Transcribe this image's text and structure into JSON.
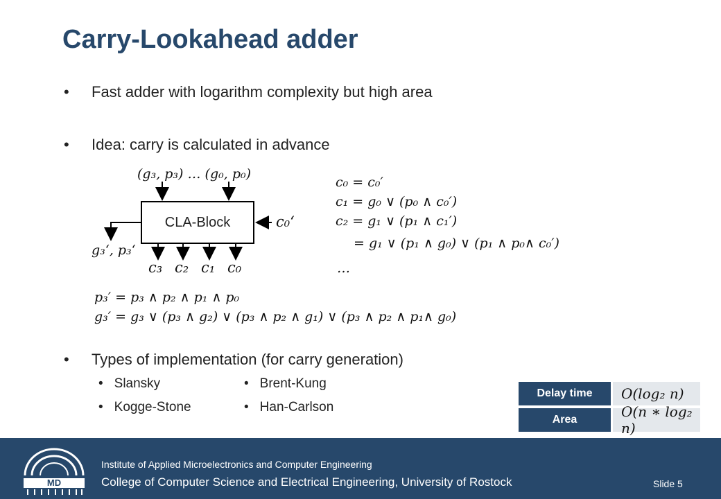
{
  "title": "Carry-Lookahead adder",
  "bullets": [
    "Fast adder with logarithm complexity but high area",
    "Idea: carry is calculated in advance",
    "Types of implementation (for carry generation)"
  ],
  "bullet_char": "•",
  "implementations": {
    "left": [
      "Slansky",
      "Kogge-Stone"
    ],
    "right": [
      "Brent-Kung",
      "Han-Carlson"
    ]
  },
  "diagram": {
    "block_label": "CLA-Block",
    "inputs_top_left": "(g",
    "inputs_top": "(g₃, p₃)  …  (g₀, p₀)",
    "input_right": "c₀‘",
    "output_left": "g₃‘, p₃‘",
    "outputs_bottom": [
      "c₃",
      "c₂",
      "c₁",
      "c₀"
    ]
  },
  "carry_equations": [
    "c₀ = c₀′",
    "c₁ = g₀ ∨ (p₀ ∧ c₀′)",
    "c₂ = g₁ ∨ (p₁ ∧ c₁′)",
    "= g₁ ∨ (p₁ ∧ g₀) ∨ (p₁ ∧ p₀∧ c₀′)",
    "…"
  ],
  "group_equations": [
    "p₃′ = p₃ ∧ p₂ ∧ p₁ ∧ p₀",
    "g₃′ = g₃ ∨ (p₃ ∧ g₂) ∨ (p₃ ∧ p₂ ∧ g₁) ∨ (p₃ ∧ p₂ ∧ p₁∧ g₀)"
  ],
  "complexity_table": [
    {
      "label": "Delay time",
      "value": "O(log₂ n)"
    },
    {
      "label": "Area",
      "value": "O(n ∗ log₂ n)"
    }
  ],
  "footer": {
    "institute": "Institute of Applied Microelectronics and Computer Engineering",
    "college": "College of Computer Science and Electrical Engineering, University of Rostock",
    "slide": "Slide 5",
    "logo_text": "MD"
  },
  "colors": {
    "brand": "#27486b",
    "table_value_bg": "#e4e8ec"
  }
}
